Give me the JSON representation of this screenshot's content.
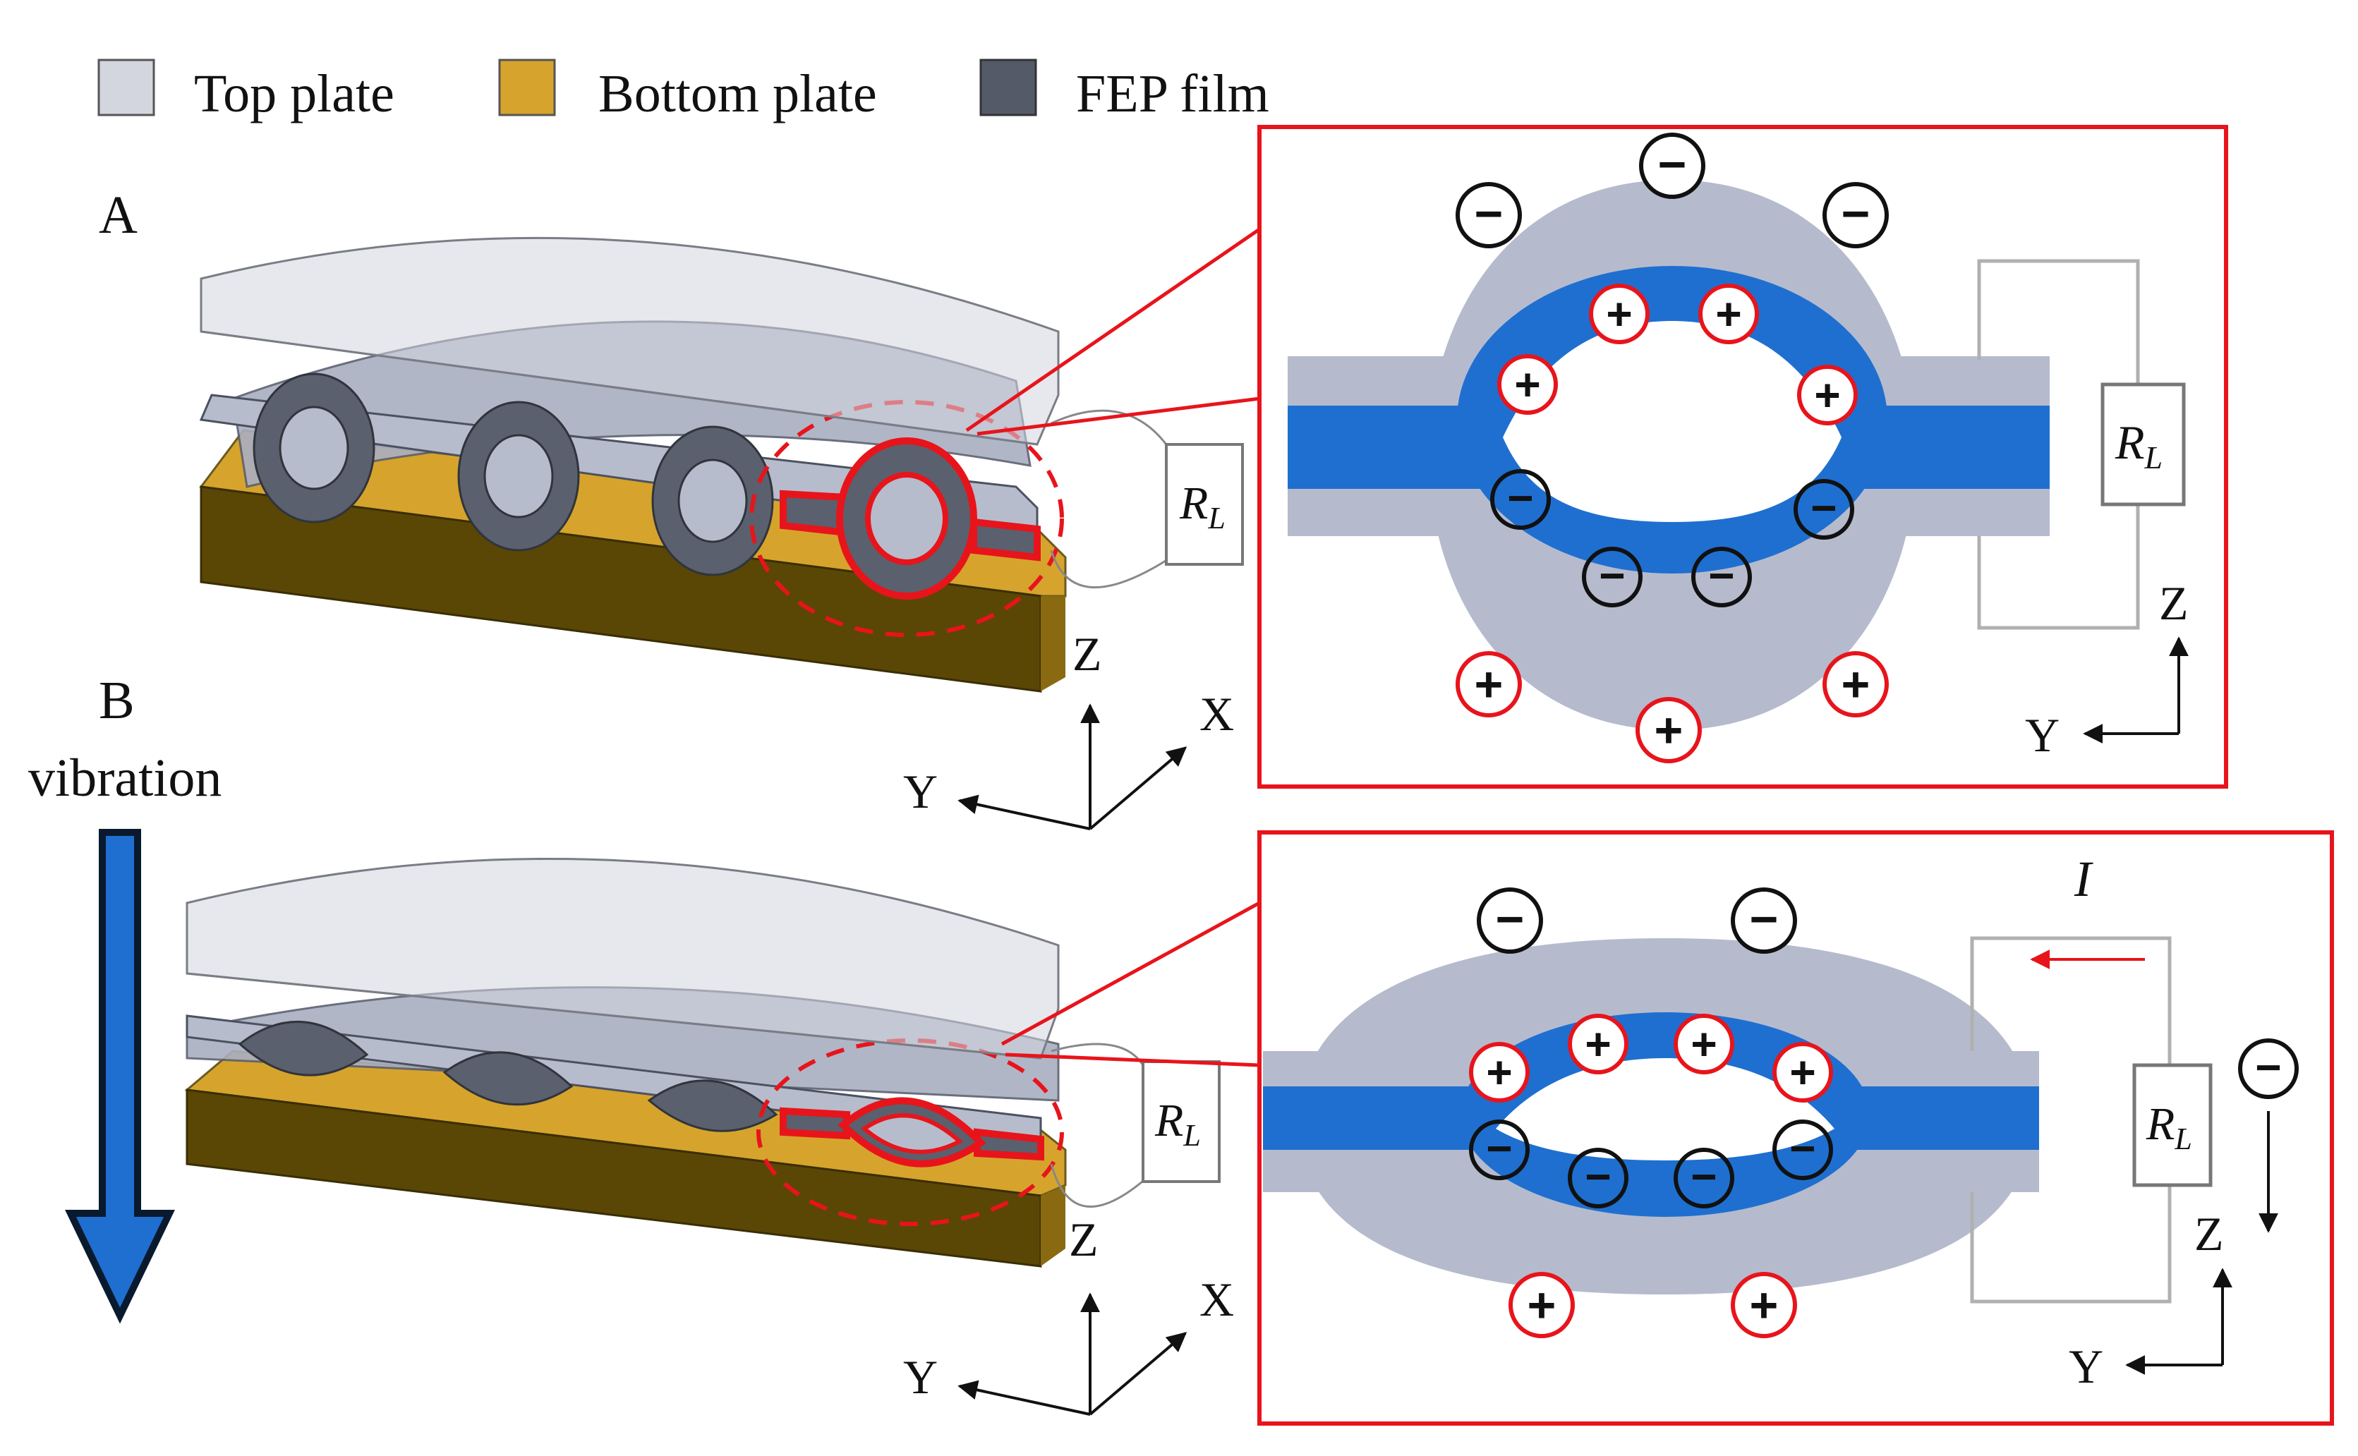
{
  "legend": [
    {
      "label": "Top plate",
      "color": "#d3d6df"
    },
    {
      "label": "Bottom plate",
      "color": "#d6a42c"
    },
    {
      "label": "FEP film",
      "color": "#545a68"
    }
  ],
  "panels": {
    "A": {
      "label": "A",
      "load_label": "R",
      "load_sub": "L",
      "axes": {
        "z": "Z",
        "x": "X",
        "y": "Y"
      }
    },
    "B": {
      "label": "B",
      "load_label": "R",
      "load_sub": "L",
      "axes": {
        "z": "Z",
        "x": "X",
        "y": "Y"
      },
      "arrow_label": "vibration"
    }
  },
  "details": {
    "A": {
      "load_label": "R",
      "load_sub": "L",
      "axes": {
        "z": "Z",
        "y": "Y"
      }
    },
    "B": {
      "load_label": "R",
      "load_sub": "L",
      "axes": {
        "z": "Z",
        "y": "Y"
      },
      "current_label": "I"
    }
  },
  "charge_symbols": {
    "positive": "+",
    "negative": "−"
  },
  "colors": {
    "frame": "#e8141b",
    "electrode": "#1f6fd0",
    "film": "#b5bbcd",
    "plate_top": "#d3d6df",
    "plate_bottom": "#d6a42c",
    "fep": "#545a68"
  }
}
